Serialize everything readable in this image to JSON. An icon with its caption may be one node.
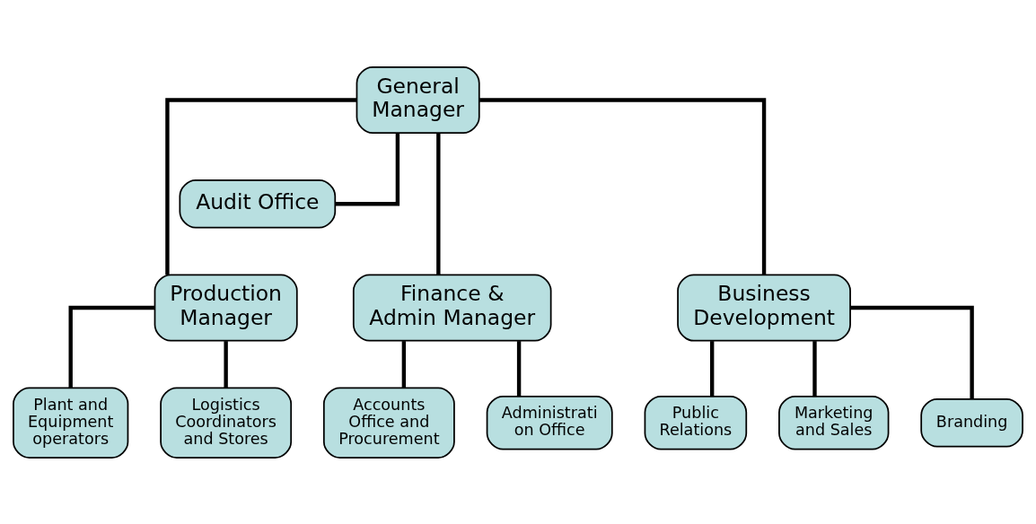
{
  "diagram": {
    "nodes": [
      {
        "text": [
          "General Manager"
        ]
      },
      {
        "text": [
          "Audit Office"
        ]
      },
      {
        "text": [
          "Production Manager"
        ]
      },
      {
        "text": [
          "Finance & Admin Manager"
        ]
      },
      {
        "text": [
          "Business Development"
        ]
      },
      {
        "text": [
          "Plant and Equipment operators"
        ]
      },
      {
        "text": [
          "Logistics Coordinators and Stores"
        ]
      },
      {
        "text": [
          "Accounts Office and Procurement"
        ]
      },
      {
        "text": [
          "Administrati on Office"
        ]
      },
      {
        "text": [
          "Public Relations"
        ]
      },
      {
        "text": [
          "Marketing and Sales"
        ]
      },
      {
        "text": [
          "Branding"
        ]
      }
    ],
    "edges": [
      {
        "from": 0,
        "to": 1,
        "arrow": "none"
      },
      {
        "from": 0,
        "to": 2,
        "arrow": "none"
      },
      {
        "from": 0,
        "to": 3,
        "arrow": "none"
      },
      {
        "from": 0,
        "to": 4,
        "arrow": "none"
      },
      {
        "from": 2,
        "to": 5,
        "arrow": "none"
      },
      {
        "from": 2,
        "to": 6,
        "arrow": "none"
      },
      {
        "from": 3,
        "to": 7,
        "arrow": "none"
      },
      {
        "from": 3,
        "to": 8,
        "arrow": "none"
      },
      {
        "from": 4,
        "to": 9,
        "arrow": "none"
      },
      {
        "from": 4,
        "to": 10,
        "arrow": "none"
      },
      {
        "from": 4,
        "to": 11,
        "arrow": "none"
      }
    ]
  }
}
